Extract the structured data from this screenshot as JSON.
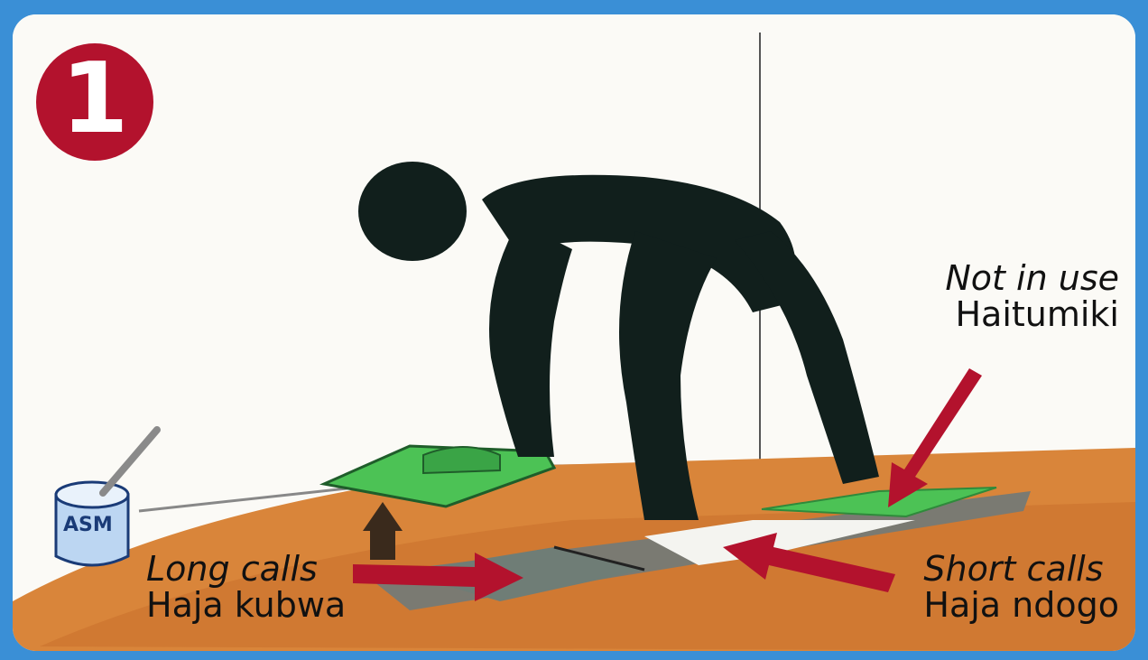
{
  "step": {
    "number": "1"
  },
  "can": {
    "label": "ASM"
  },
  "labels": {
    "not_in_use": {
      "english": "Not in use",
      "swahili": "Haitumiki"
    },
    "long_calls": {
      "english": "Long calls",
      "swahili": "Haja kubwa"
    },
    "short_calls": {
      "english": "Short calls",
      "swahili": "Haja ndogo"
    }
  },
  "colors": {
    "frame": "#3a8fd6",
    "badge": "#b3122d",
    "arrow": "#b3122d",
    "floor": "#d9853a",
    "cover_green": "#4cc255",
    "figure": "#111f1c"
  }
}
